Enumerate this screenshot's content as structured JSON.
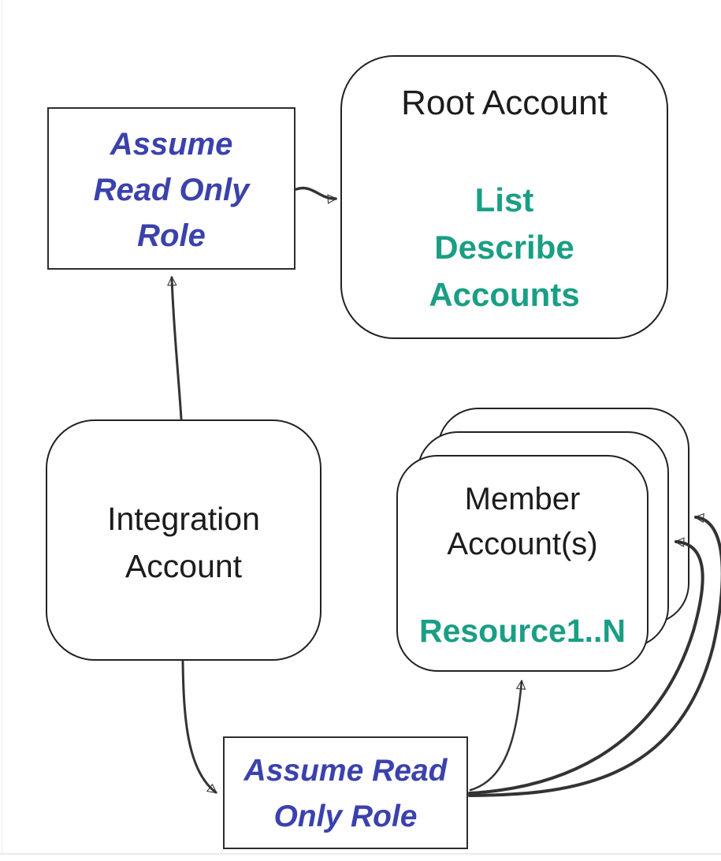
{
  "diagram": {
    "nodes": {
      "assume_top": {
        "lines": [
          "Assume",
          "Read Only",
          "Role"
        ]
      },
      "root": {
        "title": "Root Account",
        "actions": [
          "List",
          "Describe",
          "Accounts"
        ]
      },
      "integration": {
        "lines": [
          "Integration",
          "Account"
        ]
      },
      "member": {
        "lines": [
          "Member",
          "Account(s)"
        ],
        "resource": "Resource1..N"
      },
      "assume_bottom": {
        "lines": [
          "Assume Read",
          "Only Role"
        ]
      }
    },
    "colors": {
      "accent_teal": "#1a9e84",
      "accent_blue": "#3b42ac",
      "stroke": "#333333",
      "background": "#ffffff"
    }
  }
}
